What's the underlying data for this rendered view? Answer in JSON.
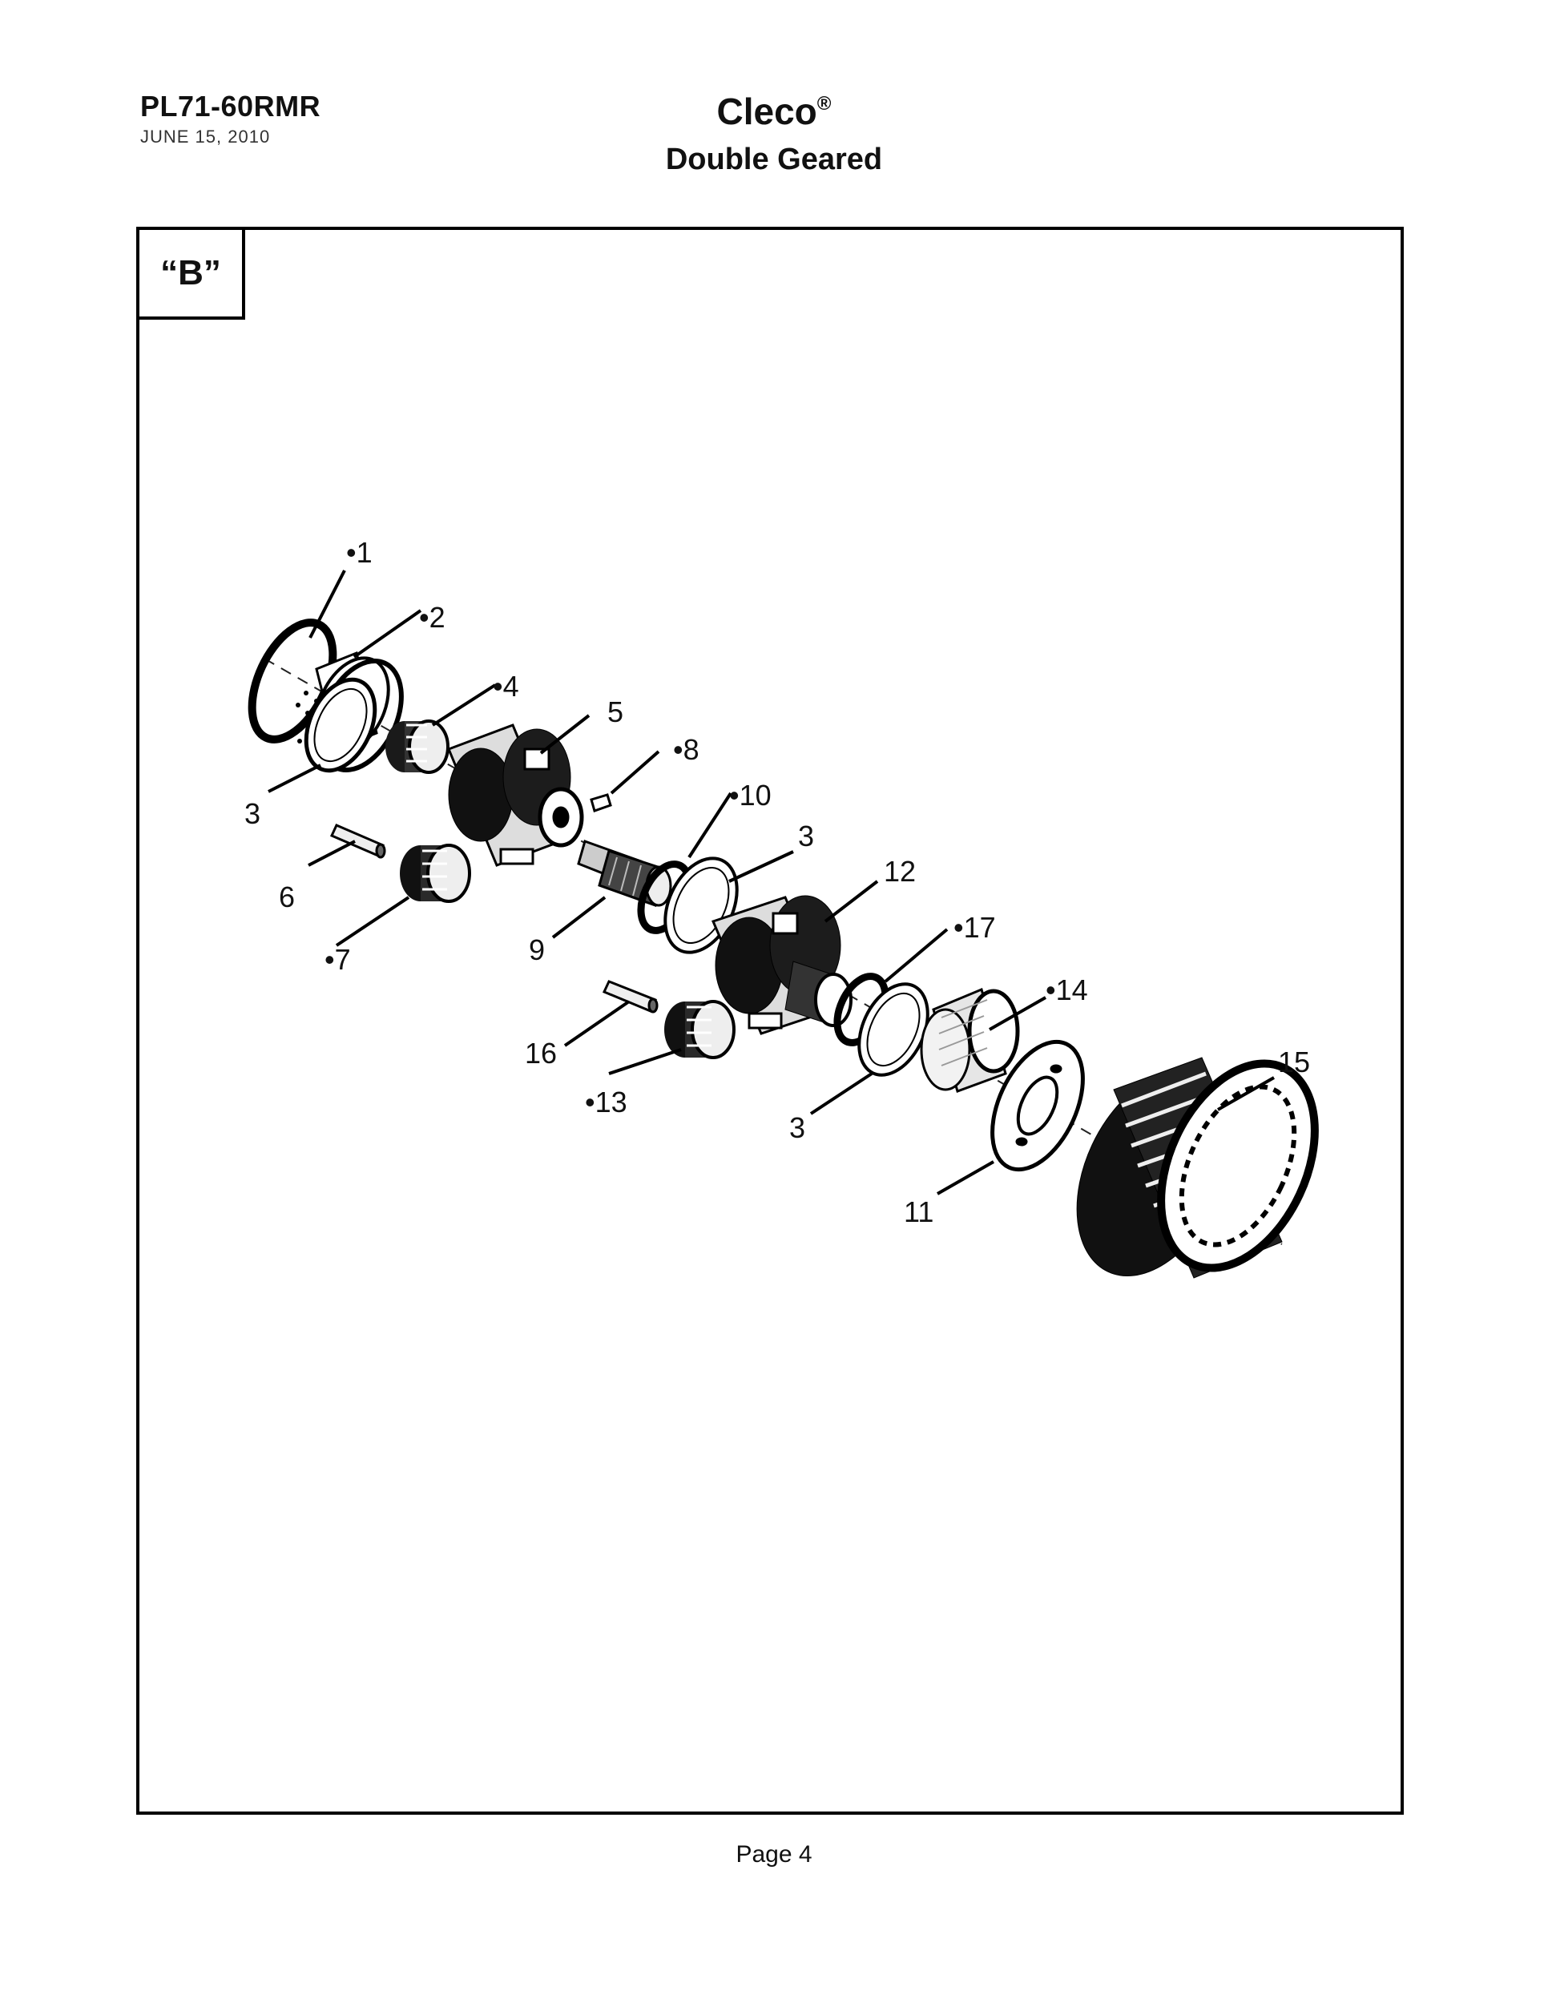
{
  "header": {
    "model": "PL71-60RMR",
    "date": "JUNE 15, 2010",
    "brand": "Cleco",
    "brand_mark": "®",
    "subtitle": "Double Geared"
  },
  "view_label": "“B”",
  "callouts": [
    "•1",
    "•2",
    "3",
    "•4",
    "5",
    "6",
    "•7",
    "•8",
    "9",
    "•10",
    "3",
    "12",
    "•17",
    "16",
    "•13",
    "•14",
    "3",
    "15",
    "11"
  ],
  "parts": [
    "retaining-ring",
    "bearing",
    "thrust-washer",
    "planet-gear",
    "planet-carrier",
    "planet-pin",
    "planet-gear",
    "key",
    "spindle",
    "retaining-ring",
    "thrust-washer",
    "planet-carrier",
    "retaining-ring",
    "planet-pin",
    "planet-gear",
    "bearing",
    "thrust-washer",
    "ring-gear",
    "gear-plate"
  ],
  "footer": {
    "page": "Page 4"
  }
}
